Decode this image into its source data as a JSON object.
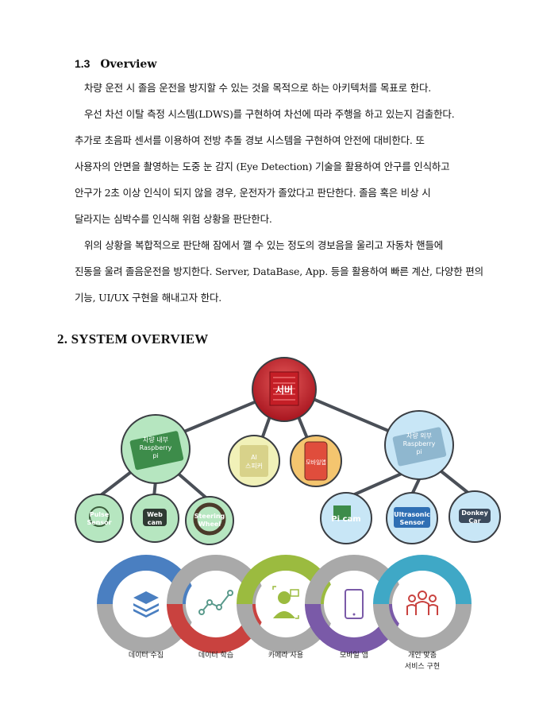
{
  "section_1_3": {
    "number": "1.3",
    "title": "Overview",
    "lines": [
      "차량 운전 시 졸음 운전을 방지할 수 있는 것을 목적으로 하는 아키텍처를 목표로 한다.",
      "우선 차선 이탈 측정 시스템(LDWS)를 구현하여 차선에 따라 주행을 하고 있는지 검출한다.",
      "추가로 초음파 센서를 이용하여 전방 추돌 경보 시스템을 구현하여 안전에 대비한다. 또",
      "사용자의 안면을 촬영하는 도중 눈 감지 (Eye Detection) 기술을 활용하여 안구를 인식하고",
      "안구가 2초 이상 인식이 되지 않을 경우, 운전자가 졸았다고 판단한다. 졸음 혹은 비상 시",
      "달라지는 심박수를 인식해 위험 상황을 판단한다.",
      "위의 상황을 복합적으로 판단해 잠에서 깰 수 있는 정도의 경보음을 울리고 자동차 핸들에",
      "진동을 울려 졸음운전을 방지한다. Server, DataBase, App. 등을 활용하여 빠른 계산, 다양한 편의",
      "기능, UI/UX 구현을 해내고자 한다."
    ]
  },
  "section_2": {
    "title": "2. SYSTEM OVERVIEW"
  },
  "tree": {
    "server": "서버",
    "inner_pi": [
      "차량 내부",
      "Raspberry",
      "pi"
    ],
    "ai_speaker": [
      "AI",
      "스피커"
    ],
    "mobile_app": "모바일앱",
    "outer_pi": [
      "차량 외부",
      "Raspberry",
      "pi"
    ],
    "pulse": [
      "Pulse",
      "Sensor"
    ],
    "webcam": [
      "Web",
      "cam"
    ],
    "steering": [
      "Steering",
      "Wheel"
    ],
    "picam": "Pi cam",
    "ultrasonic": [
      "Ultrasonic",
      "Sensor"
    ],
    "donkey": [
      "Donkey",
      "Car"
    ]
  },
  "rings": [
    {
      "label": "데이터 수집",
      "icon": "layers-icon",
      "color": "#4a7fc1"
    },
    {
      "label": "데이터 학습",
      "icon": "trend-line-icon",
      "color": "#c9423f"
    },
    {
      "label": "카메라 사용",
      "icon": "face-scan-icon",
      "color": "#9bbb3f"
    },
    {
      "label": "모바일 앱",
      "icon": "smartphone-icon",
      "color": "#7a5aa8"
    },
    {
      "label": "개인 맞춤",
      "label2": "서비스 구현",
      "icon": "people-icon",
      "color": "#3fa8c6"
    }
  ]
}
